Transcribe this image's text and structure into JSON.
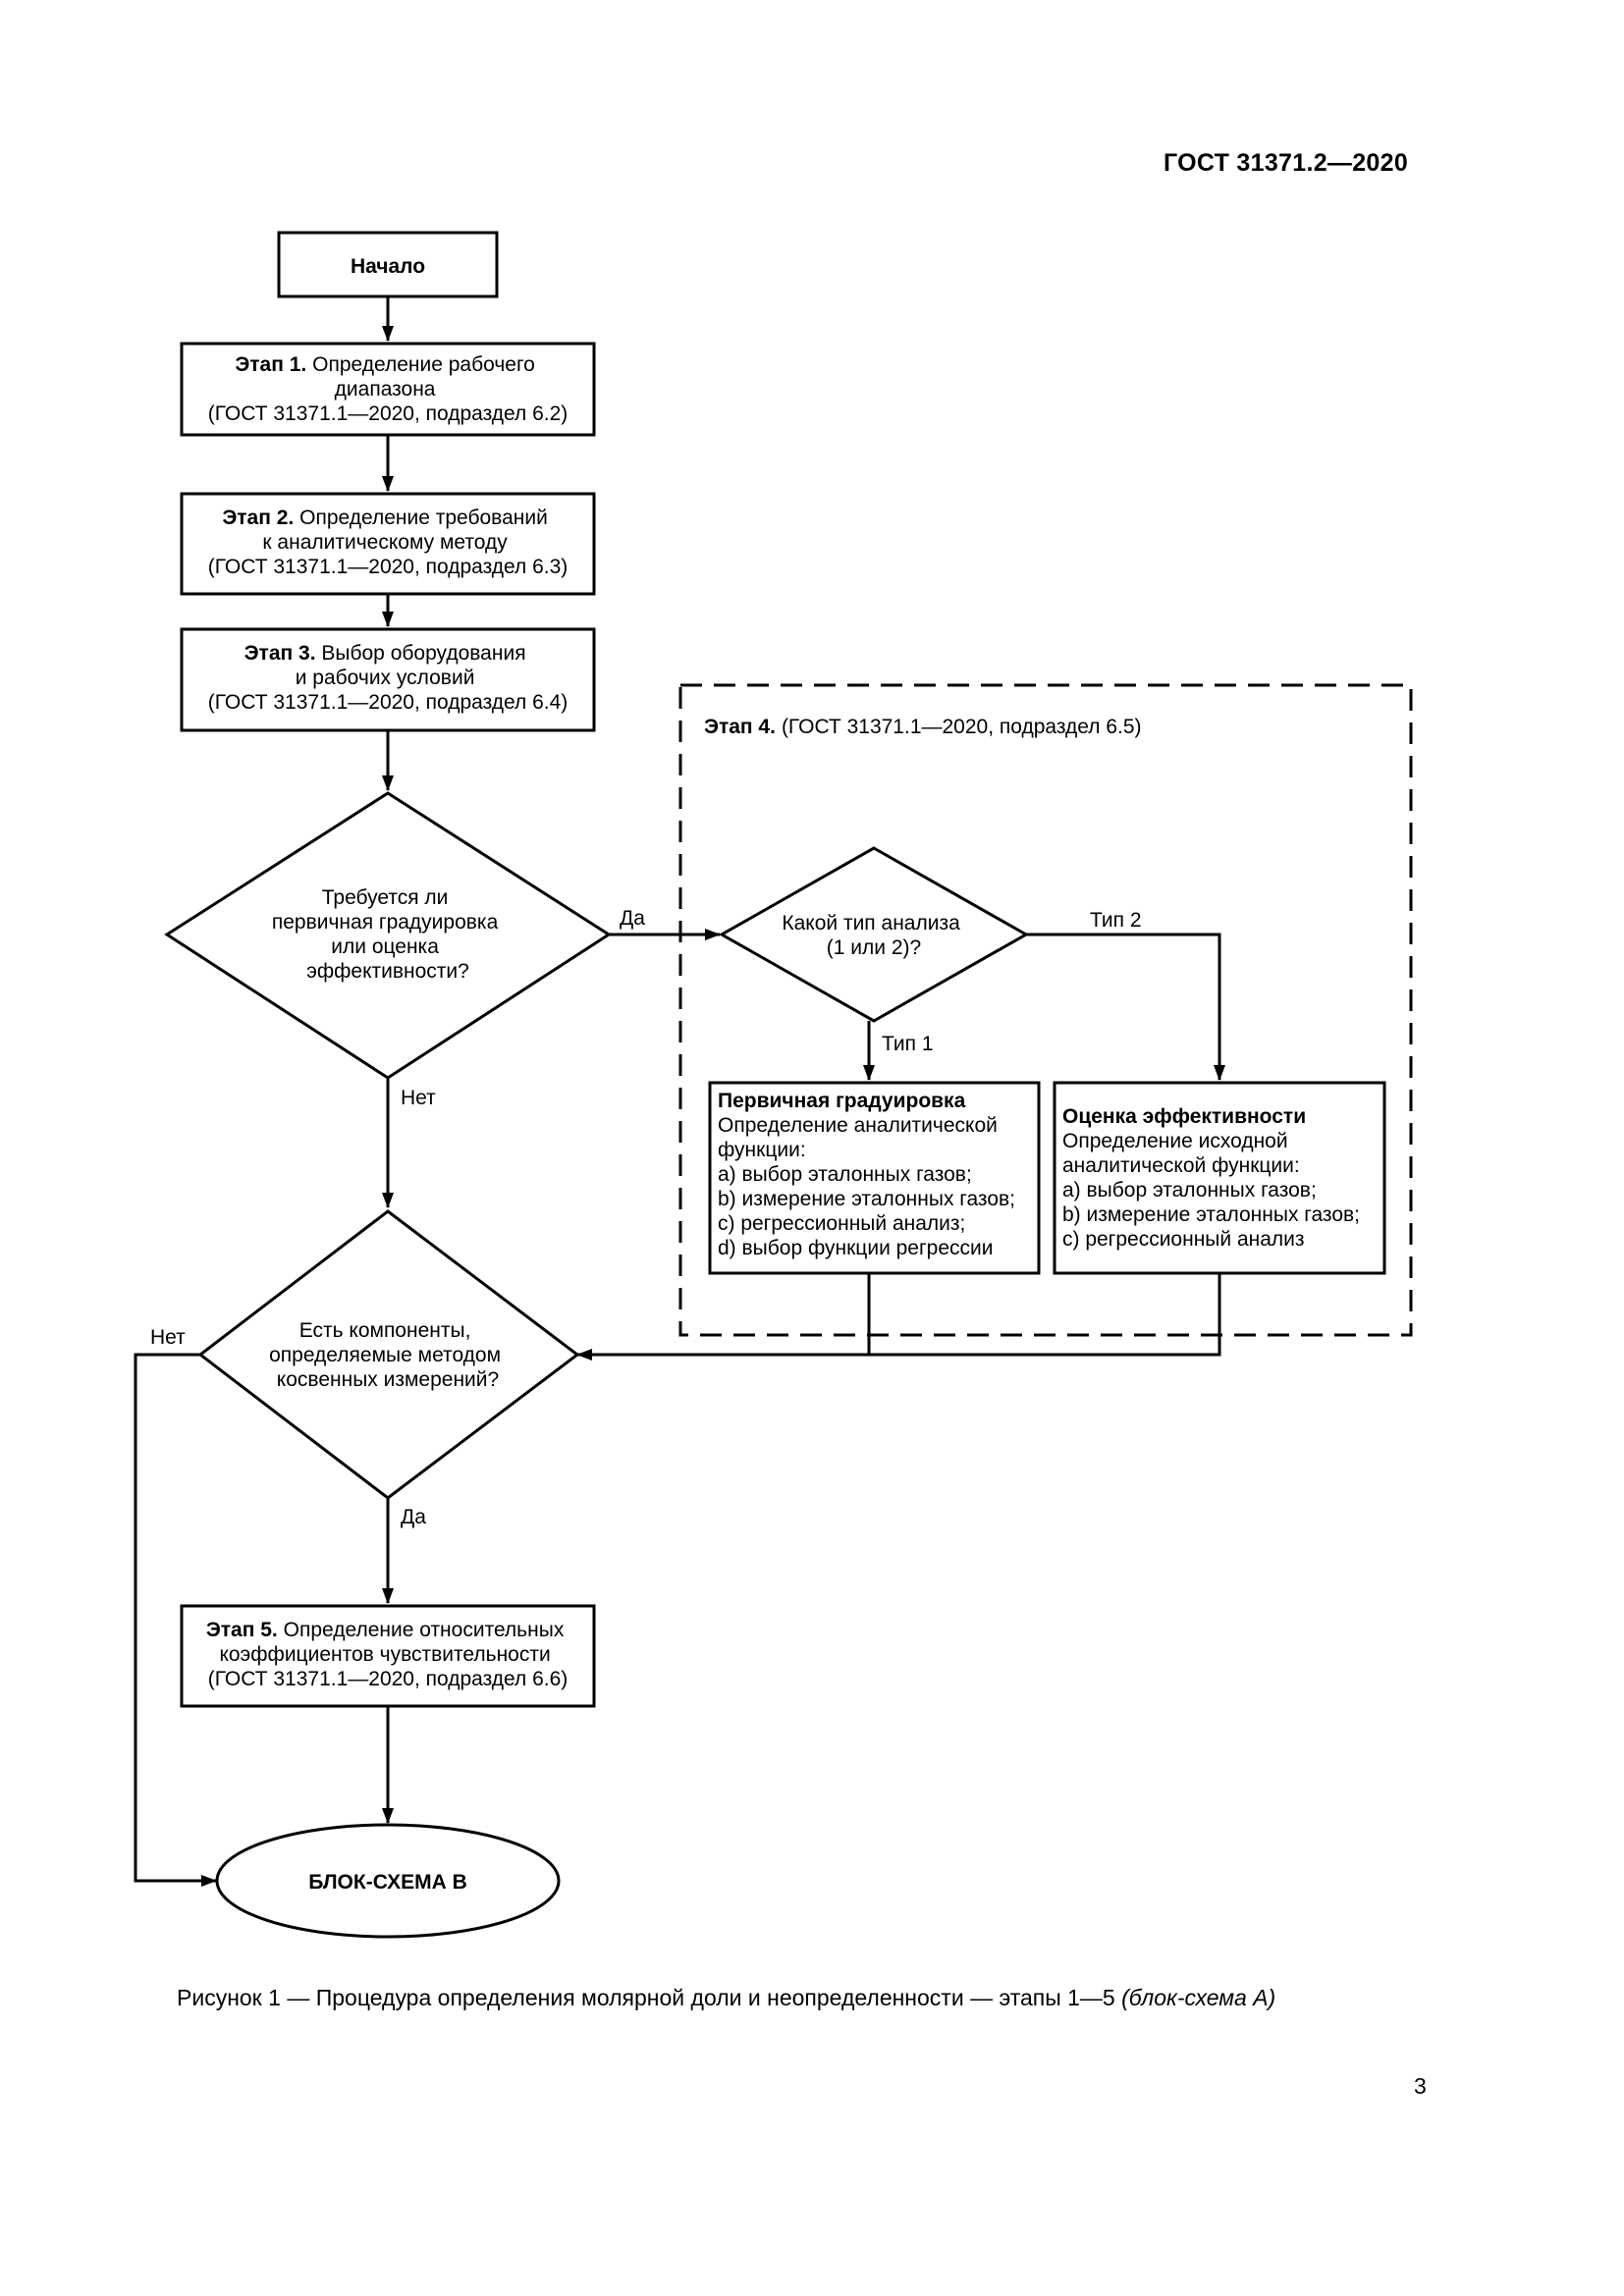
{
  "header": {
    "doc_code": "ГОСТ 31371.2—2020"
  },
  "page_number": "3",
  "caption": {
    "prefix": "Рисунок 1 — Процедура определения молярной доли и неопределенности — этапы 1—5",
    "italic": "(блок-схема А)"
  },
  "flowchart": {
    "start": "Начало",
    "stage1": {
      "title": "Этап 1.",
      "lines": [
        "Определение рабочего",
        "диапазона",
        "(ГОСТ 31371.1—2020, подраздел 6.2)"
      ]
    },
    "stage2": {
      "title": "Этап 2.",
      "lines": [
        "Определение требований",
        "к аналитическому методу",
        "(ГОСТ 31371.1—2020, подраздел 6.3)"
      ]
    },
    "stage3": {
      "title": "Этап 3.",
      "lines": [
        "Выбор оборудования",
        "и рабочих условий",
        "(ГОСТ 31371.1—2020, подраздел 6.4)"
      ]
    },
    "decision1": {
      "lines": [
        "Требуется ли",
        "первичная градуировка",
        "или оценка",
        "эффективности?"
      ],
      "yes": "Да",
      "no": "Нет"
    },
    "stage4": {
      "title": "Этап 4.",
      "ref": "(ГОСТ 31371.1—2020, подраздел 6.5)",
      "decision": {
        "lines": [
          "Какой тип анализа",
          "(1 или 2)?"
        ],
        "type1": "Тип 1",
        "type2": "Тип 2"
      },
      "primary": {
        "title": "Первичная градуировка",
        "lines": [
          "Определение аналитической",
          "функции:",
          "a) выбор эталонных газов;",
          "b) измерение эталонных газов;",
          "c) регрессионный анализ;",
          "d) выбор функции регрессии"
        ]
      },
      "efficiency": {
        "title": "Оценка эффективности",
        "lines": [
          "Определение исходной",
          "аналитической функции:",
          "a) выбор эталонных газов;",
          "b) измерение эталонных газов;",
          "c) регрессионный анализ"
        ]
      }
    },
    "decision2": {
      "lines": [
        "Есть компоненты,",
        "определяемые методом",
        "косвенных измерений?"
      ],
      "yes": "Да",
      "no": "Нет"
    },
    "stage5": {
      "title": "Этап 5.",
      "lines": [
        "Определение относительных",
        "коэффициентов чувствительности",
        "(ГОСТ 31371.1—2020, подраздел 6.6)"
      ]
    },
    "end": "БЛОК-СХЕМА В"
  }
}
